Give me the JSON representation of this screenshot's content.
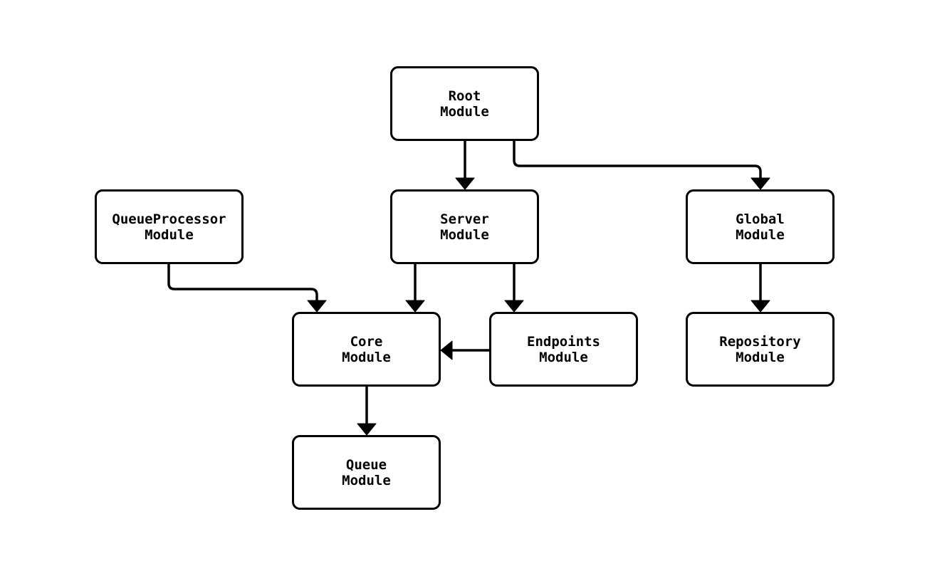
{
  "diagram": {
    "type": "module-dependency-diagram",
    "nodes": {
      "root": {
        "label": "Root\nModule"
      },
      "queue_processor": {
        "label": "QueueProcessor\nModule"
      },
      "server": {
        "label": "Server\nModule"
      },
      "global": {
        "label": "Global\nModule"
      },
      "core": {
        "label": "Core\nModule"
      },
      "endpoints": {
        "label": "Endpoints\nModule"
      },
      "repository": {
        "label": "Repository\nModule"
      },
      "queue": {
        "label": "Queue\nModule"
      }
    },
    "edges": [
      {
        "from": "root",
        "to": "server"
      },
      {
        "from": "root",
        "to": "global"
      },
      {
        "from": "queue_processor",
        "to": "core"
      },
      {
        "from": "server",
        "to": "core"
      },
      {
        "from": "server",
        "to": "endpoints"
      },
      {
        "from": "endpoints",
        "to": "core"
      },
      {
        "from": "core",
        "to": "queue"
      },
      {
        "from": "global",
        "to": "repository"
      }
    ],
    "colors": {
      "background": "#ffffff",
      "node_fill": "#ffffff",
      "node_border": "#000000",
      "edge": "#000000",
      "text": "#000000"
    }
  }
}
